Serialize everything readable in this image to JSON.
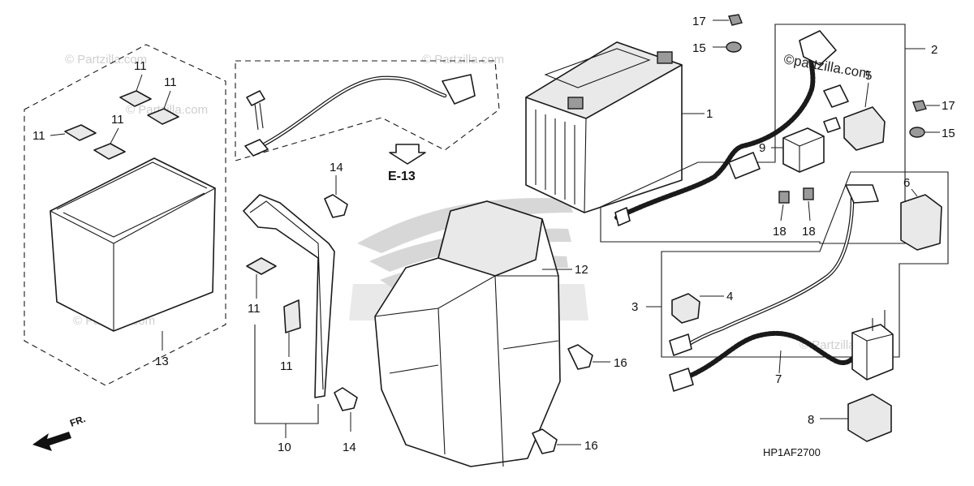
{
  "diagram": {
    "reference_code": "HP1AF2700",
    "section_ref": "E-13",
    "direction_label": "FR.",
    "watermark_text": "© Partzilla.com",
    "brand_text": "©partzilla.com",
    "callouts": {
      "c1": "1",
      "c2": "2",
      "c3": "3",
      "c4": "4",
      "c5": "5",
      "c6": "6",
      "c7": "7",
      "c8": "8",
      "c9": "9",
      "c10": "10",
      "c11a": "11",
      "c11b": "11",
      "c11c": "11",
      "c11d": "11",
      "c11e": "11",
      "c11f": "11",
      "c12": "12",
      "c13": "13",
      "c14a": "14",
      "c14b": "14",
      "c15a": "15",
      "c15b": "15",
      "c16a": "16",
      "c16b": "16",
      "c17a": "17",
      "c17b": "17",
      "c18a": "18",
      "c18b": "18"
    }
  }
}
